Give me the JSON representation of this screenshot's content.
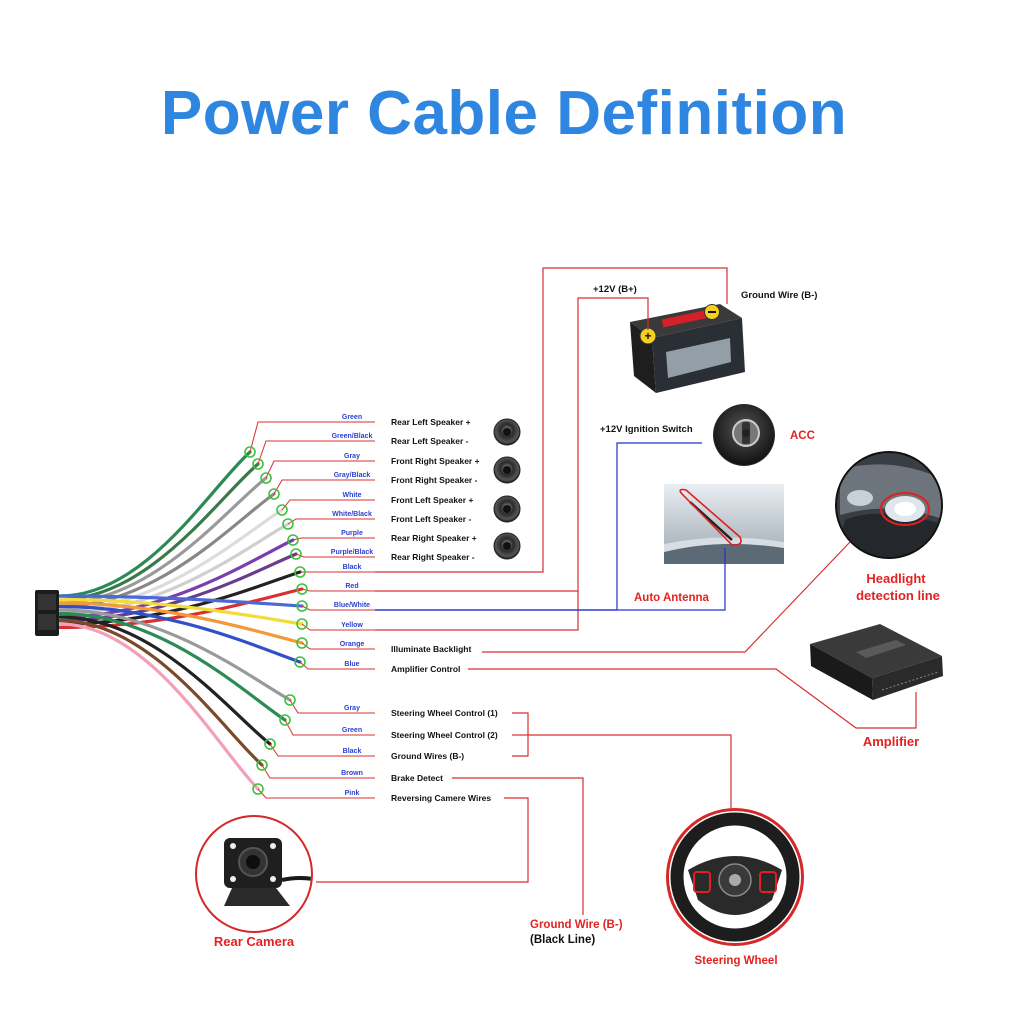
{
  "title": "Power Cable Definition",
  "colors": {
    "title": "#2f86e0",
    "wire_label": "#2a3fd0",
    "callout": "#e42222",
    "leader": "#d83030",
    "blue_leader": "#2233cc",
    "marker": "#3cc23c"
  },
  "wires": [
    {
      "color_name": "Green",
      "function": "Rear Left Speaker +",
      "hex": "#2c8a55"
    },
    {
      "color_name": "Green/Black",
      "function": "Rear Left Speaker -",
      "hex": "#3a7a4a"
    },
    {
      "color_name": "Gray",
      "function": "Front Right Speaker +",
      "hex": "#9a9a9a"
    },
    {
      "color_name": "Gray/Black",
      "function": "Front Right Speaker -",
      "hex": "#888888"
    },
    {
      "color_name": "White",
      "function": "Front Left Speaker +",
      "hex": "#dcdcdc"
    },
    {
      "color_name": "White/Black",
      "function": "Front Left Speaker -",
      "hex": "#cfcfcf"
    },
    {
      "color_name": "Purple",
      "function": "Rear Right Speaker +",
      "hex": "#7a3fae"
    },
    {
      "color_name": "Purple/Black",
      "function": "Rear Right Speaker -",
      "hex": "#6a3c8c"
    },
    {
      "color_name": "Black",
      "function": "",
      "hex": "#222222"
    },
    {
      "color_name": "Red",
      "function": "",
      "hex": "#d83030"
    },
    {
      "color_name": "Blue/White",
      "function": "",
      "hex": "#4a6ad8"
    },
    {
      "color_name": "Yellow",
      "function": "",
      "hex": "#f2dc3a"
    },
    {
      "color_name": "Orange",
      "function": "Illuminate Backlight",
      "hex": "#f29a3a"
    },
    {
      "color_name": "Blue",
      "function": "Amplifier Control",
      "hex": "#3050c8"
    },
    {
      "color_name": "Gray",
      "function": "Steering Wheel Control (1)",
      "hex": "#9a9a9a"
    },
    {
      "color_name": "Green",
      "function": "Steering Wheel Control (2)",
      "hex": "#2c8a55"
    },
    {
      "color_name": "Black",
      "function": "Ground Wires (B-)",
      "hex": "#222222"
    },
    {
      "color_name": "Brown",
      "function": "Brake Detect",
      "hex": "#7a4a2a"
    },
    {
      "color_name": "Pink",
      "function": "Reversing Camere Wires",
      "hex": "#f2a0b8"
    }
  ],
  "labels": {
    "b_plus": "+12V  (B+)",
    "ground_top": "Ground Wire (B-)",
    "ignition": "+12V  Ignition Switch",
    "acc": "ACC",
    "auto_antenna": "Auto Antenna",
    "headlight_1": "Headlight",
    "headlight_2": "detection line",
    "amplifier": "Amplifier",
    "rear_camera": "Rear Camera",
    "ground_bottom": "Ground Wire (B-)",
    "black_line": "(Black Line)",
    "steering_wheel": "Steering Wheel"
  },
  "icons": [
    "battery-icon",
    "ignition-key-icon",
    "speaker-icon",
    "car-antenna-icon",
    "headlight-icon",
    "amplifier-icon",
    "rear-camera-icon",
    "steering-wheel-icon"
  ]
}
